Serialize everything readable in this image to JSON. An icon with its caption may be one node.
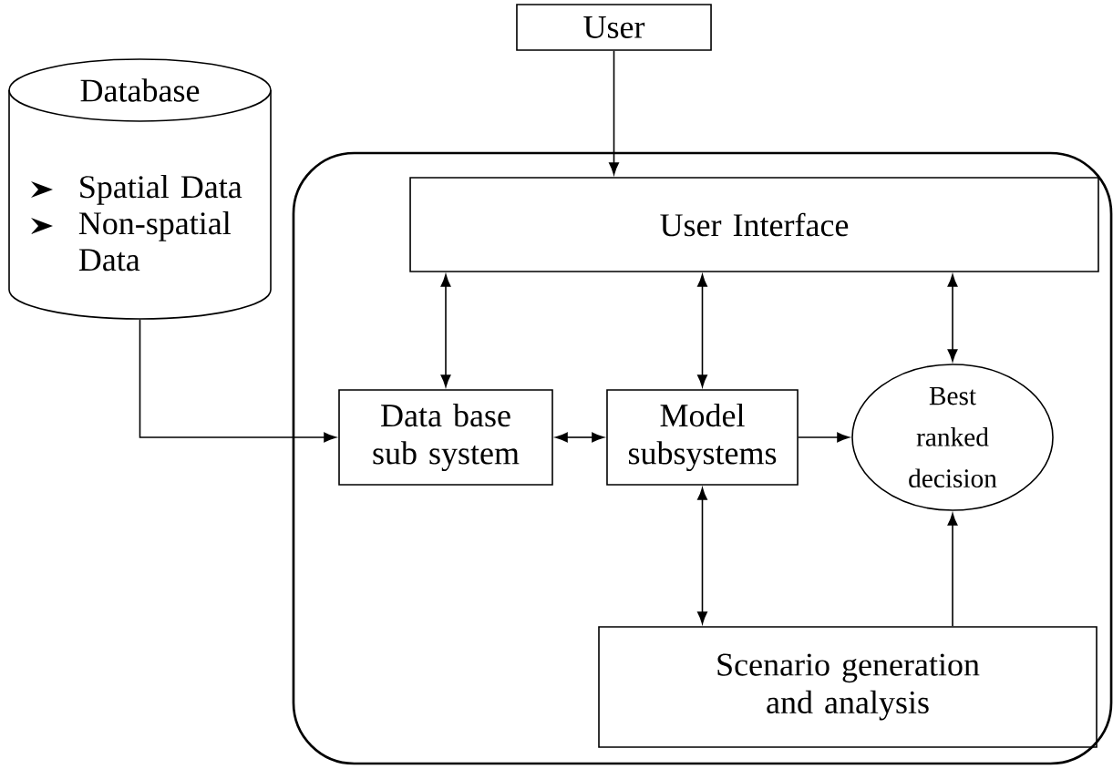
{
  "diagram": {
    "nodes": [
      {
        "text": [
          "User"
        ]
      },
      {
        "text": [
          "Database",
          "Spatial Data",
          "Non-spatial Data"
        ]
      },
      {
        "text": [],
        "shape": "box"
      },
      {
        "text": [
          "User Interface"
        ],
        "in": 2
      },
      {
        "text": [
          "Data base sub system"
        ],
        "in": 2
      },
      {
        "text": [
          "Model subsystems"
        ],
        "in": 2
      },
      {
        "text": [
          "Best ranked decision"
        ],
        "in": 2
      },
      {
        "text": [
          "Scenario generation and analysis"
        ],
        "in": 2
      }
    ],
    "edges": [
      {
        "from": 0,
        "to": 3,
        "arrow": "to"
      },
      {
        "from": 1,
        "to": 4,
        "arrow": "to"
      },
      {
        "from": 3,
        "to": 4,
        "arrow": "both"
      },
      {
        "from": 3,
        "to": 5,
        "arrow": "both"
      },
      {
        "from": 3,
        "to": 6,
        "arrow": "both"
      },
      {
        "from": 4,
        "to": 5,
        "arrow": "both"
      },
      {
        "from": 5,
        "to": 6,
        "arrow": "to"
      },
      {
        "from": 5,
        "to": 7,
        "arrow": "both"
      },
      {
        "from": 7,
        "to": 6,
        "arrow": "to"
      }
    ]
  }
}
